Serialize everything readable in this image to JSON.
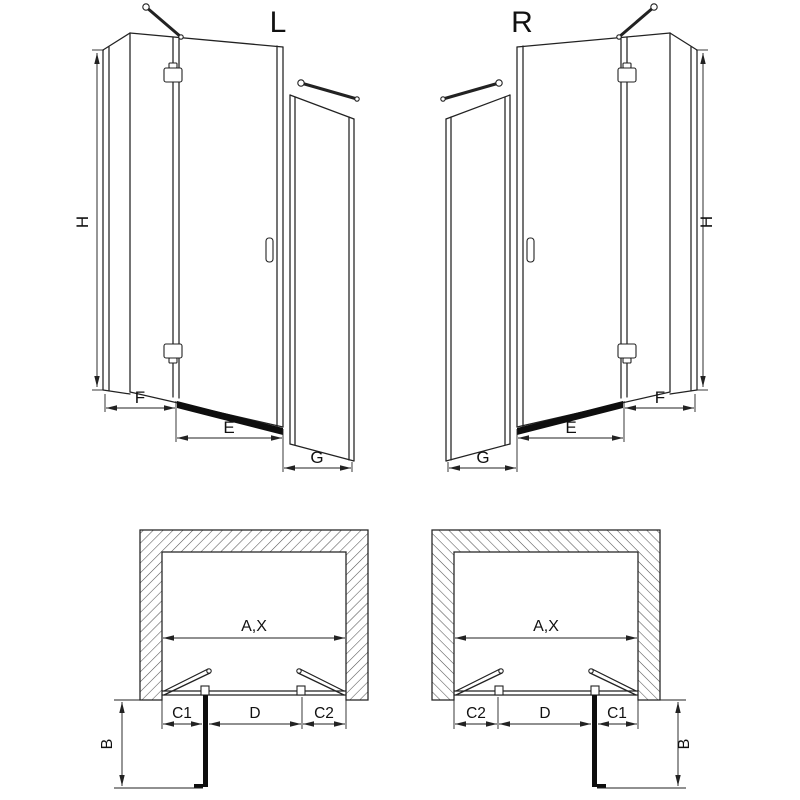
{
  "figure": {
    "background": "#ffffff",
    "line_color": "#222222"
  },
  "elevation_left": {
    "title": "L",
    "dims": {
      "h": "H",
      "f": "F",
      "e": "E",
      "g": "G"
    }
  },
  "elevation_right": {
    "title": "R",
    "dims": {
      "h": "H",
      "f": "F",
      "e": "E",
      "g": "G"
    }
  },
  "plan_left": {
    "dims": {
      "width": "A,X",
      "seg_left": "C1",
      "seg_mid": "D",
      "seg_right": "C2",
      "depth": "B"
    }
  },
  "plan_right": {
    "dims": {
      "width": "A,X",
      "seg_left": "C2",
      "seg_mid": "D",
      "seg_right": "C1",
      "depth": "B"
    }
  }
}
